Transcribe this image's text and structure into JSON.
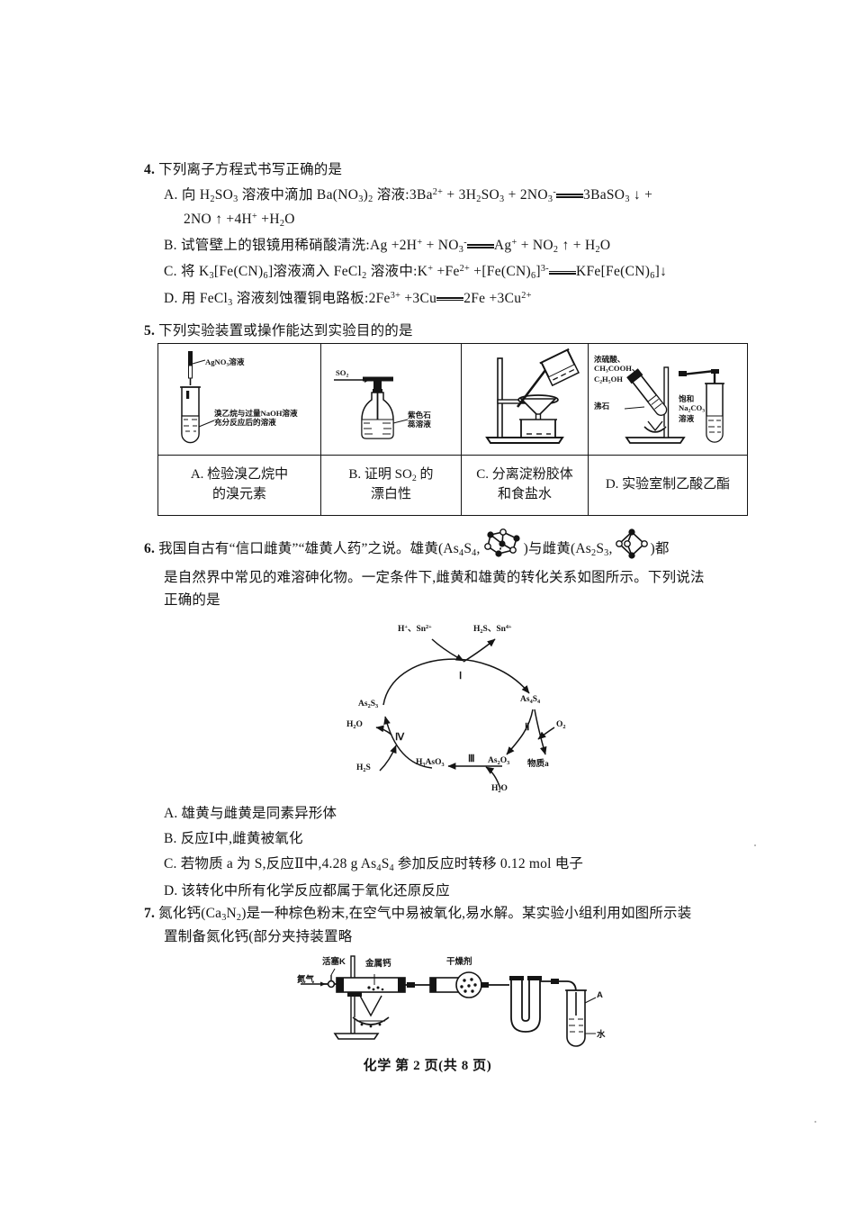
{
  "document": {
    "subject": "化学",
    "footer": "化学   第 2 页(共 8 页)"
  },
  "q4": {
    "number": "4.",
    "stem": "下列离子方程式书写正确的是",
    "options": [
      {
        "letter": "A.",
        "line1_prefix": "向 H",
        "text_full": "向 H2SO3 溶液中滴加 Ba(NO3)2 溶液:3Ba2+ + 3H2SO3 + 2NO3- ══ 3BaSO3 ↓ + 2NO ↑ + 4H+ + H2O"
      },
      {
        "letter": "B.",
        "text_full": "试管壁上的银镜用稀硝酸清洗:Ag + 2H+ + NO3- ══ Ag+ + NO2 ↑ + H2O"
      },
      {
        "letter": "C.",
        "text_full": "将 K3[Fe(CN)6]溶液滴入 FeCl2 溶液中:K+ + Fe2+ + [Fe(CN)6]3- ══ KFe[Fe(CN)6] ↓"
      },
      {
        "letter": "D.",
        "text_full": "用 FeCl3 溶液刻蚀覆铜电路板:2Fe3+ + 3Cu ══ 2Fe + 3Cu2+"
      }
    ]
  },
  "q5": {
    "number": "5.",
    "stem": "下列实验装置或操作能达到实验目的的是",
    "cells": [
      {
        "id": "A",
        "caption_line1": "A. 检验溴乙烷中",
        "caption_line2": "的溴元素",
        "figure_labels": [
          "AgNO3溶液",
          "溴乙烷与过量NaOH溶液",
          "充分反应后的溶液"
        ]
      },
      {
        "id": "B",
        "caption_line1": "B. 证明 SO2 的",
        "caption_line2": "漂白性",
        "figure_labels": [
          "SO2",
          "紫色石",
          "蕊溶液"
        ]
      },
      {
        "id": "C",
        "caption_line1": "C. 分离淀粉胶体",
        "caption_line2": "和食盐水",
        "figure_labels": []
      },
      {
        "id": "D",
        "caption_line1": "D. 实验室制乙酸乙酯",
        "caption_line2": "",
        "figure_labels": [
          "浓硫酸、",
          "CH3COOH、",
          "C2H5OH",
          "沸石",
          "饱和",
          "Na2CO3",
          "溶液"
        ]
      }
    ]
  },
  "q6": {
    "number": "6.",
    "stem_part1": "我国自古有“信口雌黄”“雄黄人药”之说。雄黄(As",
    "stem_sub1": "4",
    "stem_part2": "S",
    "stem_sub2": "4",
    "stem_part3": ",",
    "stem_part4": ")与雌黄(As",
    "stem_sub3": "2",
    "stem_part5": "S",
    "stem_sub4": "3",
    "stem_part6": ",",
    "stem_part7": ")都",
    "stem_line2": "是自然界中常见的难溶砷化物。一定条件下,雌黄和雄黄的转化关系如图所示。下列说法",
    "stem_line3": "正确的是",
    "diagram": {
      "top_left_reagent": "H+、Sn2+",
      "top_right_reagent": "H2S、Sn4+",
      "step1": "Ⅰ",
      "step2": "Ⅱ",
      "step3": "Ⅲ",
      "step4": "Ⅳ",
      "node_left": "As2S3",
      "node_right": "As4S4",
      "o2": "O2",
      "as2o3": "As2O3",
      "substance_a": "物质a",
      "h3aso3": "H3AsO3",
      "h2o_bottom": "H2O",
      "h2o_left": "H2O",
      "h2s_left": "H2S"
    },
    "options": [
      "A. 雄黄与雌黄是同素异形体",
      "B. 反应Ⅰ中,雌黄被氧化",
      "C. 若物质 a 为 S,反应Ⅱ中,4.28 g As4S4 参加反应时转移 0.12 mol 电子",
      "D. 该转化中所有化学反应都属于氧化还原反应"
    ]
  },
  "q7": {
    "number": "7.",
    "stem_line1": "氮化钙(Ca3N2)是一种棕色粉末,在空气中易被氧化,易水解。某实验小组利用如图所示装",
    "stem_line2": "置制备氮化钙(部分夹持装置略",
    "apparatus_labels": {
      "gas_in": "氮气",
      "stopcock": "活塞K",
      "calcium": "金属钙",
      "desiccant": "干燥剂",
      "tube_a": "A",
      "water": "水"
    }
  }
}
